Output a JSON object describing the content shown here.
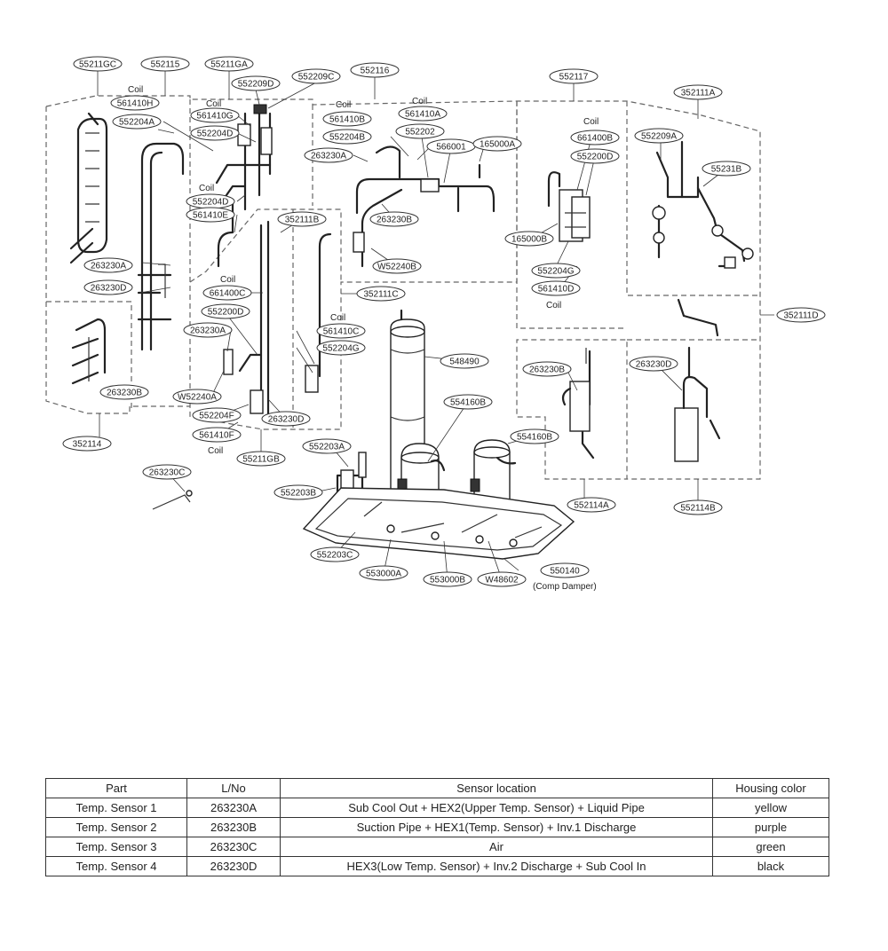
{
  "diagram": {
    "coil_label": "Coil",
    "labels": {
      "l_552116C": "55211GC",
      "l_552115": "552115",
      "l_55211GA": "55211GA",
      "l_552209D_a": "552209D",
      "l_552209C": "552209C",
      "l_552116": "552116",
      "l_552117": "552117",
      "l_352111A": "352111A",
      "l_561410H": "561410H",
      "l_552204A": "552204A",
      "l_561410G": "561410G",
      "l_552204D_a": "552204D",
      "l_552204D_b": "552204D",
      "l_561410E": "561410E",
      "l_561410B": "561410B",
      "l_561410A": "561410A",
      "l_552202": "552202",
      "l_552204B": "552204B",
      "l_566001": "566001",
      "l_165000A": "165000A",
      "l_263230A_a": "263230A",
      "l_661400B": "661400B",
      "l_552200D_a": "552200D",
      "l_552209A": "552209A",
      "l_55231B": "55231B",
      "l_352111B": "352111B",
      "l_263230B_a": "263230B",
      "l_165000B": "165000B",
      "l_W52240B": "W52240B",
      "l_263230A_b": "263230A",
      "l_263230D_a": "263230D",
      "l_661400C": "661400C",
      "l_552204G_a": "552204G",
      "l_561410D": "561410D",
      "l_352111C": "352111C",
      "l_552200D_b": "552200D",
      "l_352111D": "352111D",
      "l_561410C": "561410C",
      "l_263230A_c": "263230A",
      "l_552204G_b": "552204G",
      "l_263230B_b": "263230B",
      "l_548490": "548490",
      "l_263230B_c": "263230B",
      "l_263230D_b": "263230D",
      "l_W52240A": "W52240A",
      "l_552204F": "552204F",
      "l_263230D_c": "263230D",
      "l_554160B_a": "554160B",
      "l_561410F": "561410F",
      "l_554160B_b": "554160B",
      "l_352114": "352114",
      "l_55211GB": "55211GB",
      "l_552203A": "552203A",
      "l_263230C": "263230C",
      "l_552203B": "552203B",
      "l_552114A": "552114A",
      "l_552114B": "552114B",
      "l_552203C": "552203C",
      "l_550140": "550140",
      "l_553000A": "553000A",
      "l_553000B": "553000B",
      "l_W48602": "W48602"
    },
    "comp_damper_note": "(Comp Damper)"
  },
  "sensor_table": {
    "headers": [
      "Part",
      "L/No",
      "Sensor location",
      "Housing color"
    ],
    "rows": [
      [
        "Temp. Sensor 1",
        "263230A",
        "Sub Cool Out + HEX2(Upper Temp. Sensor) + Liquid Pipe",
        "yellow"
      ],
      [
        "Temp. Sensor 2",
        "263230B",
        "Suction Pipe + HEX1(Temp. Sensor) + Inv.1  Discharge",
        "purple"
      ],
      [
        "Temp. Sensor 3",
        "263230C",
        "Air",
        "green"
      ],
      [
        "Temp. Sensor 4",
        "263230D",
        "HEX3(Low Temp. Sensor) + Inv.2  Discharge + Sub Cool In",
        "black"
      ]
    ]
  }
}
